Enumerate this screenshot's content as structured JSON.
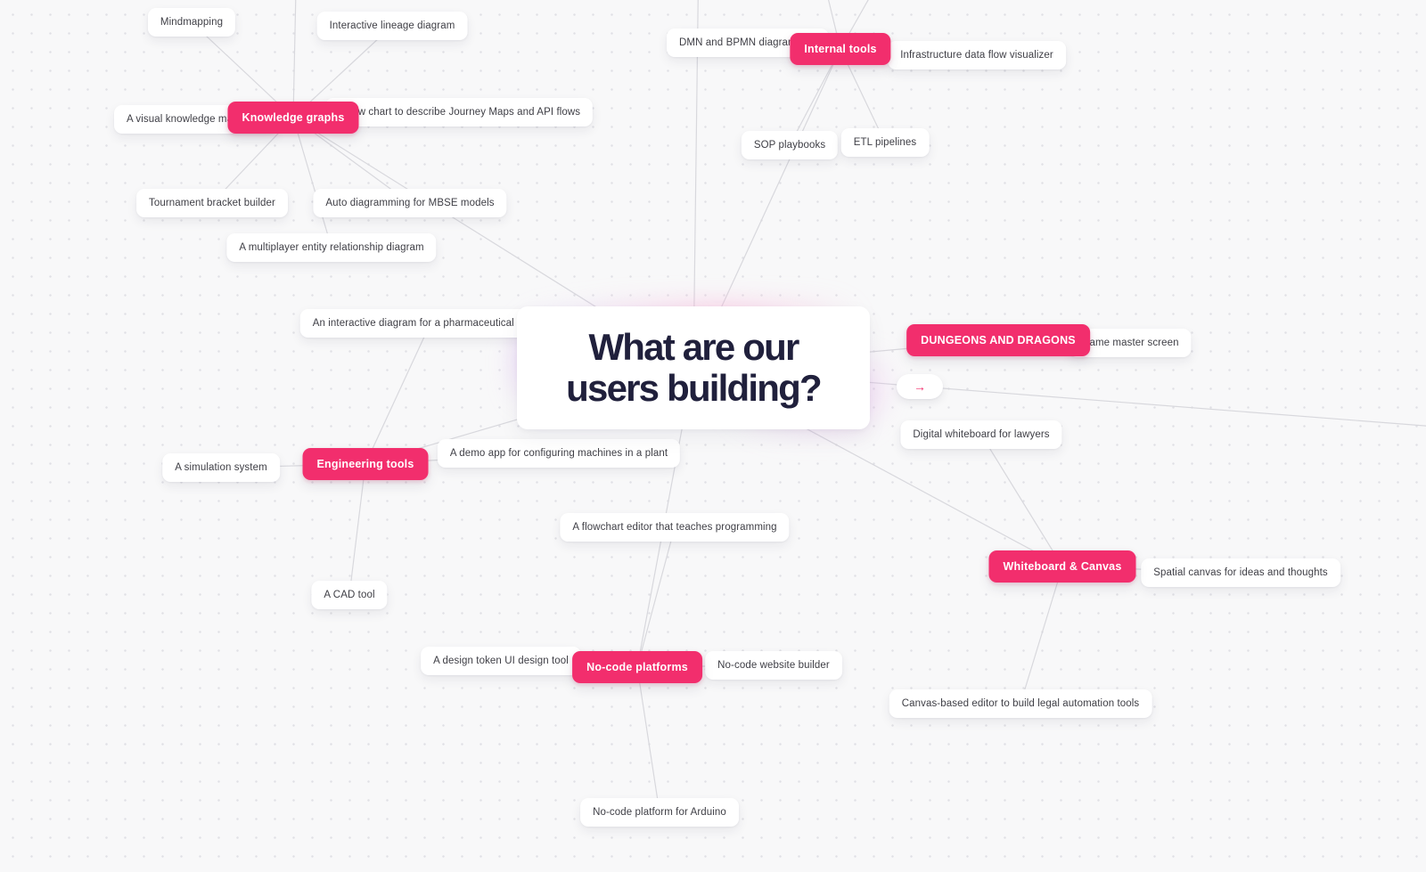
{
  "colors": {
    "accent_pink": "#f22e6d",
    "background": "#f8f8f9",
    "connector_line": "#d8d8dd",
    "title_text": "#20203c",
    "leaf_text": "#3e3e45"
  },
  "central": {
    "line1": "What are our",
    "line2": "users building?"
  },
  "categories": {
    "knowledge_graphs": "Knowledge graphs",
    "internal_tools": "Internal tools",
    "dungeons_and_dragons": "DUNGEONS AND DRAGONS",
    "engineering_tools": "Engineering tools",
    "whiteboard_canvas": "Whiteboard & Canvas",
    "no_code_platforms": "No-code platforms"
  },
  "leaves": {
    "mindmapping": "Mindmapping",
    "interactive_lineage": "Interactive lineage diagram",
    "dmn_bpmn": "DMN and BPMN diagram edit",
    "infrastructure_visualizer": "Infrastructure data flow visualizer",
    "visual_knowledge": "A visual knowledge managemen",
    "journey_maps": "A flow chart to describe Journey Maps and API flows",
    "sop_playbooks": "SOP playbooks",
    "etl_pipelines": "ETL pipelines",
    "tournament_bracket": "Tournament bracket builder",
    "mbse_models": "Auto diagramming for MBSE models",
    "multiplayer_er": "A multiplayer entity relationship diagram",
    "pharma_project": "An interactive diagram for a pharmaceutical project",
    "game_master": "Game master screen",
    "lawyers_whiteboard": "Digital whiteboard for lawyers",
    "simulation_system": "A simulation system",
    "demo_app": "A demo app for configuring machines in a plant",
    "flowchart_teaches": "A flowchart editor that teaches programming",
    "spatial_canvas": "Spatial canvas for ideas and thoughts",
    "cad_tool": "A CAD tool",
    "design_token": "A design token UI design tool",
    "website_builder": "No-code website builder",
    "canvas_legal": "Canvas-based editor to build legal automation tools",
    "arduino_platform": "No-code platform for Arduino"
  },
  "icons": {
    "arrow_right": "→"
  }
}
